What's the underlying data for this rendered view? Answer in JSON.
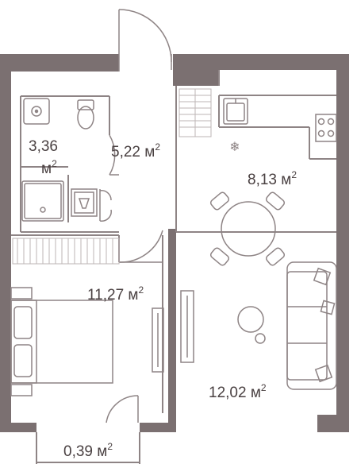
{
  "colors": {
    "wall": "#7b7071",
    "line": "#8e8485",
    "light": "#bdb5b6",
    "text": "#4a4142",
    "background": "#ffffff"
  },
  "rooms": {
    "bathroom": {
      "area": "3,36",
      "unit": "м",
      "exp": "2"
    },
    "hallway": {
      "area": "5,22 м",
      "exp": "2"
    },
    "kitchen": {
      "area": "8,13 м",
      "exp": "2"
    },
    "bedroom": {
      "area": "11,27 м",
      "exp": "2"
    },
    "living": {
      "area": "12,02 м",
      "exp": "2"
    },
    "balcony": {
      "area": "0,39 м",
      "exp": "2"
    }
  },
  "icons": {
    "snowflake": "❄",
    "sink": "sink-icon",
    "toilet": "toilet-icon",
    "stove": "stove-icon",
    "shower": "shower-icon",
    "washer": "washing-machine-icon"
  }
}
